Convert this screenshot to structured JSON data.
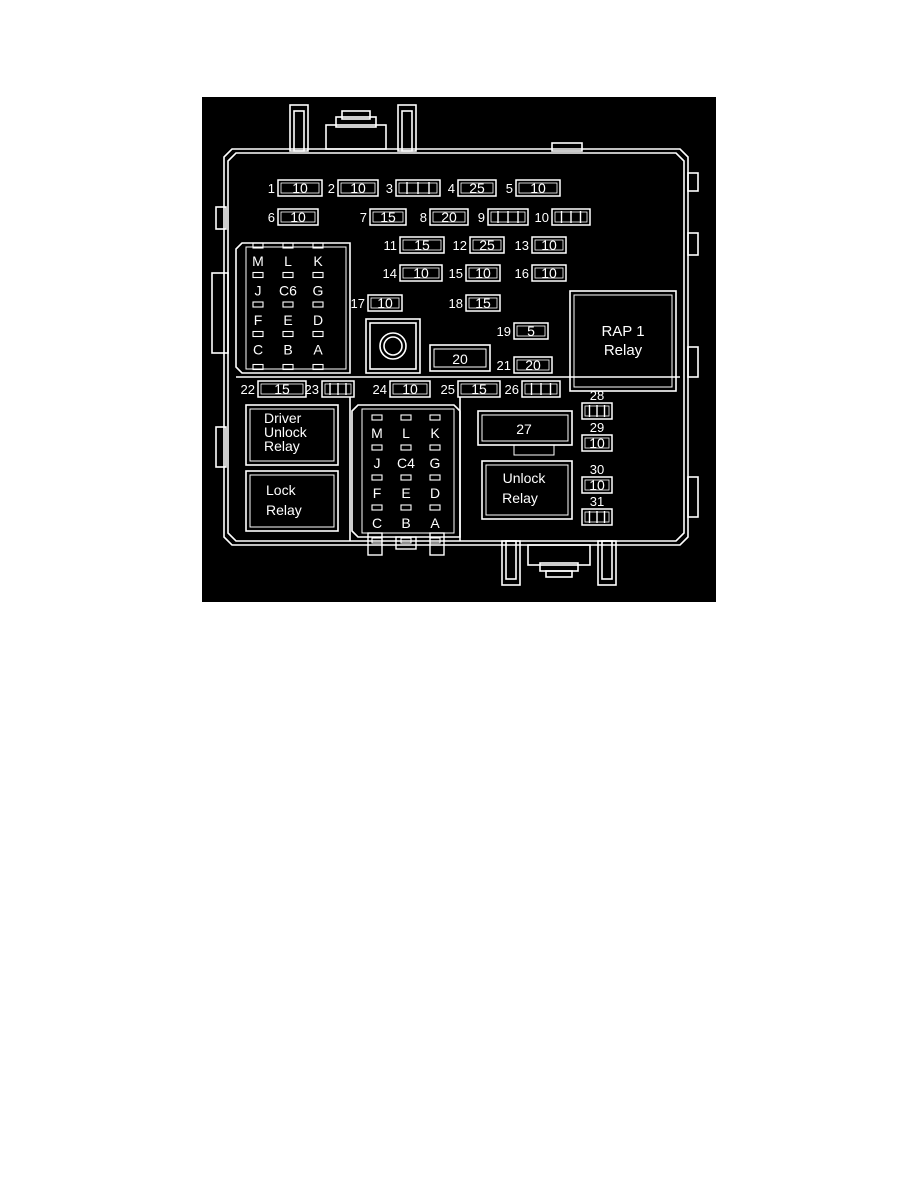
{
  "colors": {
    "background": "#000000",
    "ink": "#ffffff"
  },
  "fuses": [
    {
      "position": "1",
      "rating": "10"
    },
    {
      "position": "2",
      "rating": "10"
    },
    {
      "position": "3",
      "rating": ""
    },
    {
      "position": "4",
      "rating": "25"
    },
    {
      "position": "5",
      "rating": "10"
    },
    {
      "position": "6",
      "rating": "10"
    },
    {
      "position": "7",
      "rating": "15"
    },
    {
      "position": "8",
      "rating": "20"
    },
    {
      "position": "9",
      "rating": ""
    },
    {
      "position": "10",
      "rating": ""
    },
    {
      "position": "11",
      "rating": "15"
    },
    {
      "position": "12",
      "rating": "25"
    },
    {
      "position": "13",
      "rating": "10"
    },
    {
      "position": "14",
      "rating": "10"
    },
    {
      "position": "15",
      "rating": "10"
    },
    {
      "position": "16",
      "rating": "10"
    },
    {
      "position": "17",
      "rating": "10"
    },
    {
      "position": "18",
      "rating": "15"
    },
    {
      "position": "19",
      "rating": "5"
    },
    {
      "position": "21",
      "rating": "20"
    },
    {
      "position": "22",
      "rating": "15"
    },
    {
      "position": "23",
      "rating": ""
    },
    {
      "position": "24",
      "rating": "10"
    },
    {
      "position": "25",
      "rating": "15"
    },
    {
      "position": "26",
      "rating": ""
    },
    {
      "position": "28",
      "rating": ""
    },
    {
      "position": "29",
      "rating": "10"
    },
    {
      "position": "30",
      "rating": "10"
    },
    {
      "position": "31",
      "rating": ""
    }
  ],
  "maxi_fuses": [
    {
      "label": "20"
    },
    {
      "label": "27"
    }
  ],
  "relays": {
    "rap1": [
      "RAP 1",
      "Relay"
    ],
    "driver_unlock": [
      "Driver",
      "Unlock",
      "Relay"
    ],
    "lock": [
      "Lock",
      "Relay"
    ],
    "unlock": [
      "Unlock",
      "Relay"
    ]
  },
  "connectors": {
    "c6": {
      "name": "C6",
      "rows": [
        [
          "M",
          "L",
          "K"
        ],
        [
          "J",
          "C6",
          "G"
        ],
        [
          "F",
          "E",
          "D"
        ],
        [
          "C",
          "B",
          "A"
        ]
      ]
    },
    "c4": {
      "name": "C4",
      "rows": [
        [
          "M",
          "L",
          "K"
        ],
        [
          "J",
          "C4",
          "G"
        ],
        [
          "F",
          "E",
          "D"
        ],
        [
          "C",
          "B",
          "A"
        ]
      ]
    }
  }
}
